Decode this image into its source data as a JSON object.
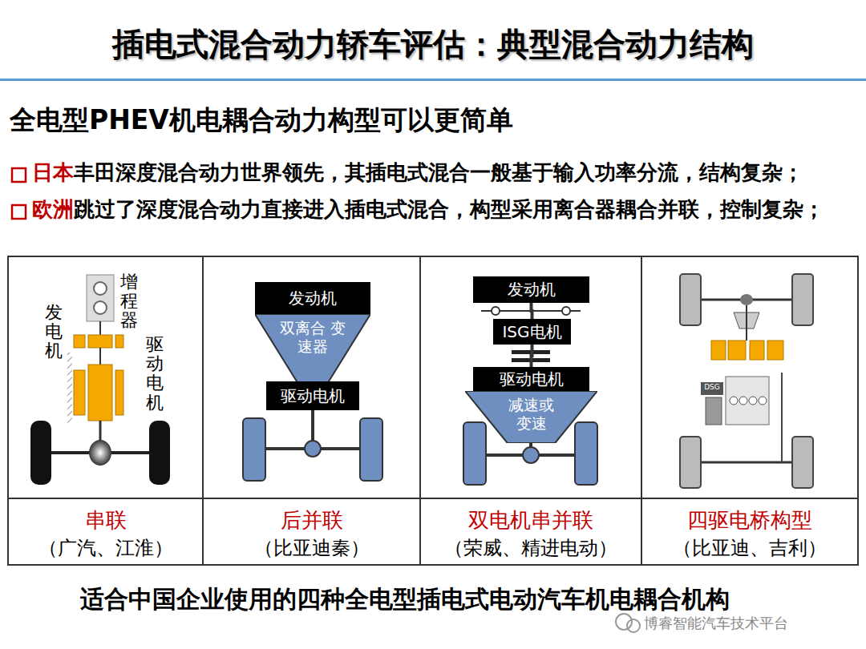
{
  "diagram": {
    "title": "插电式混合动力轿车评估：典型混合动力结构",
    "caption": "适合中国企业使用的四种全电型插电式电动汽车机电耦合机构",
    "nodes": [
      {
        "text": [
          "发动机"
        ]
      },
      {
        "text": [
          "双离合 变速器"
        ]
      },
      {
        "text": [
          "驱动电机"
        ]
      },
      {
        "text": [
          "发动机"
        ]
      },
      {
        "text": [
          "ISG电机"
        ]
      },
      {
        "text": [
          "驱动电机"
        ]
      },
      {
        "text": [
          "减速或 变速"
        ]
      }
    ],
    "edges": [
      {
        "from": 3,
        "to": 4,
        "arrow": "none"
      },
      {
        "from": 4,
        "to": 5,
        "arrow": "none"
      }
    ],
    "labels": [
      "全电型PHEV机电耦合动力构型可以更简单",
      "日本",
      "丰田深度混合动力世界领先，其插电式混合一般基于输入功率分流，结构复杂；",
      "欧洲",
      "跳过了深度混合动力直接进入插电式混合，构型采用离合器耦合并联，控制复杂；",
      "增程器",
      "发电机",
      "驱动电机",
      "DSG",
      "串联",
      "（广汽、江淮）",
      "后并联",
      "（比亚迪秦）",
      "双电机串并联",
      "（荣威、精进电动）",
      "四驱电桥构型",
      "（比亚迪、吉利）",
      "博睿智能汽车技术平台"
    ]
  }
}
